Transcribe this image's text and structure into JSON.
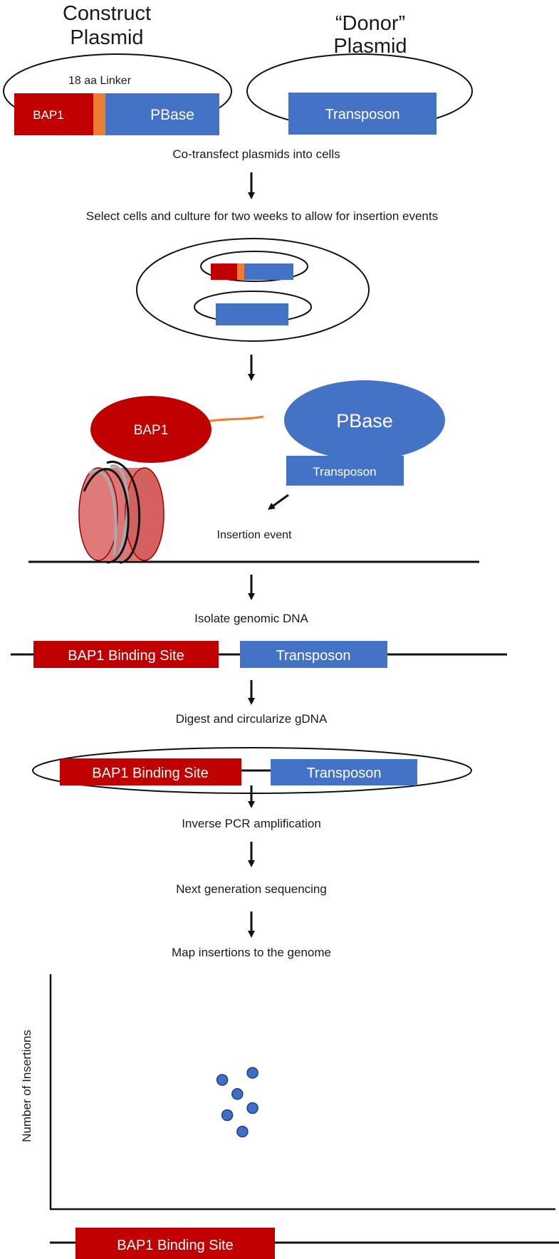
{
  "header": {
    "construct_line1": "Construct",
    "construct_line2": "Plasmid",
    "donor_line1": "“Donor”",
    "donor_line2": "Plasmid"
  },
  "construct": {
    "linker_label": "18 aa Linker",
    "bap1_label": "BAP1",
    "pbase_label": "PBase"
  },
  "donor": {
    "transposon_label": "Transposon"
  },
  "steps": {
    "cotransfect": "Co-transfect plasmids into cells",
    "select": "Select cells and culture for two weeks to allow for insertion events",
    "isolate": "Isolate genomic DNA",
    "digest": "Digest and circularize gDNA",
    "inverse_pcr": "Inverse PCR amplification",
    "ngs": "Next generation sequencing",
    "map": "Map insertions to the genome"
  },
  "protein_complex": {
    "bap1_label": "BAP1",
    "pbase_label": "PBase",
    "transposon_label": "Transposon",
    "insertion_label": "Insertion event"
  },
  "genomic": {
    "binding_site_label": "BAP1 Binding Site",
    "transposon_label": "Transposon"
  },
  "circular": {
    "binding_site_label": "BAP1 Binding Site",
    "transposon_label": "Transposon"
  },
  "chart_data": {
    "type": "scatter",
    "ylabel": "Number of Insertions",
    "xlabel": "",
    "points": [
      {
        "x": 0.34,
        "y": 0.55
      },
      {
        "x": 0.4,
        "y": 0.58
      },
      {
        "x": 0.37,
        "y": 0.49
      },
      {
        "x": 0.4,
        "y": 0.43
      },
      {
        "x": 0.35,
        "y": 0.4
      },
      {
        "x": 0.38,
        "y": 0.33
      }
    ],
    "xlim": [
      0,
      1
    ],
    "ylim": [
      0,
      1
    ],
    "marker_color": "#3f6fc4",
    "grid": false
  },
  "bottom_track": {
    "binding_site_label": "BAP1 Binding Site"
  },
  "colors": {
    "bap1_red": "#c00000",
    "pbase_blue": "#4472c4",
    "linker_orange": "#ed7d31",
    "nucleosome_red": "#d46060"
  }
}
